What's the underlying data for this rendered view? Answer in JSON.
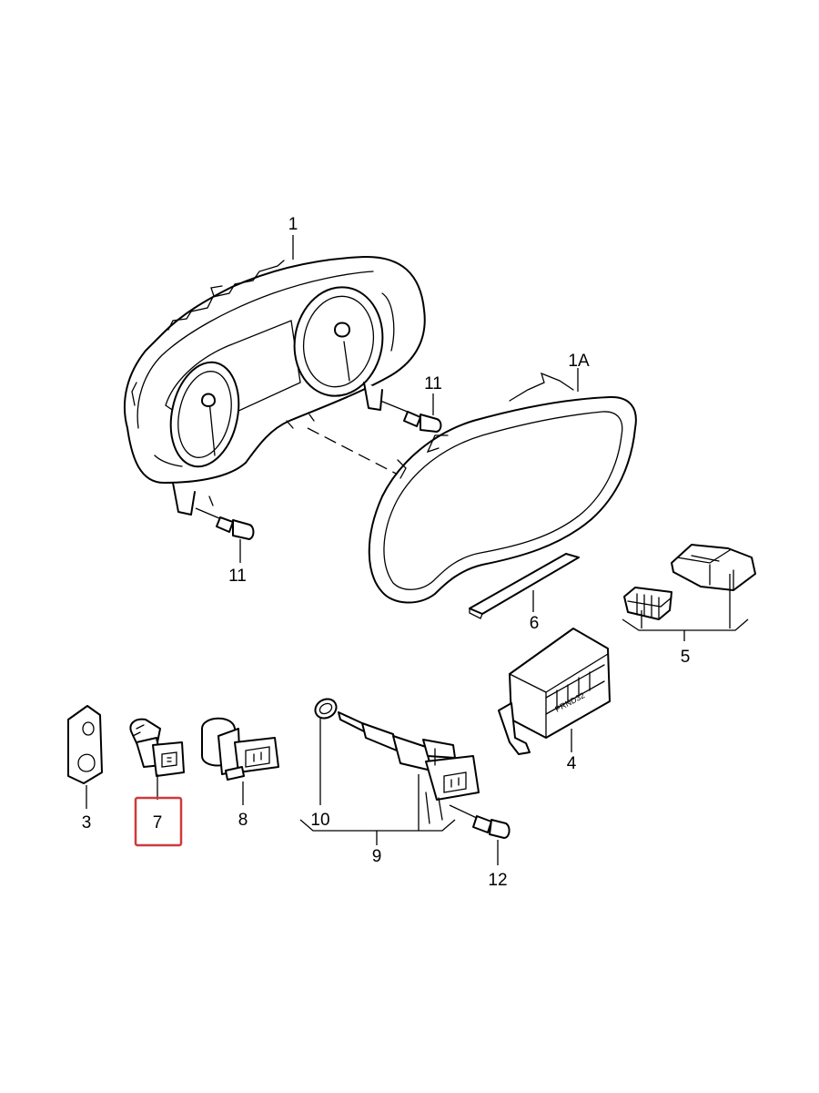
{
  "labels": {
    "p1": "1",
    "p1a": "1A",
    "p3": "3",
    "p4": "4",
    "p5": "5",
    "p6": "6",
    "p7": "7",
    "p8": "8",
    "p9": "9",
    "p10": "10",
    "p11_top": "11",
    "p11_bottom": "11",
    "p12": "12"
  },
  "selector_text": "PRND32",
  "highlight": {
    "part": "7",
    "color": "#d0393b"
  }
}
